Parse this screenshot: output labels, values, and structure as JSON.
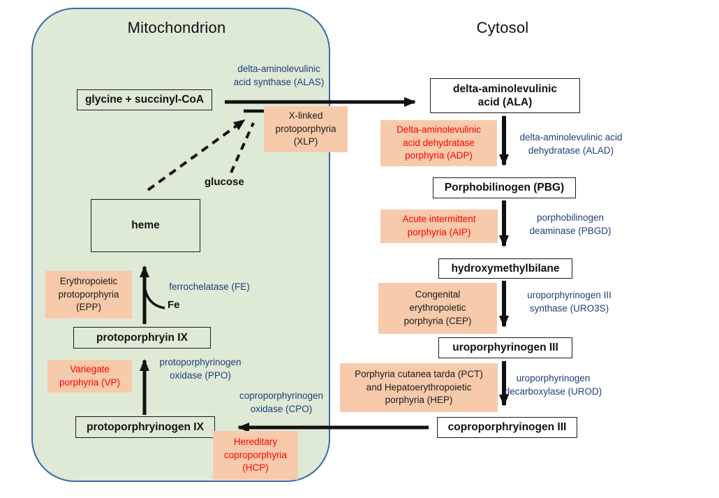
{
  "regions": {
    "mitochondrion": "Mitochondrion",
    "cytosol": "Cytosol"
  },
  "metabolites": {
    "glycine": "glycine + succinyl-CoA",
    "ala": "delta-aminolevulinic\nacid (ALA)",
    "pbg": "Porphobilinogen (PBG)",
    "hmb": "hydroxymethylbilane",
    "uro3": "uroporphyrinogen III",
    "copro3": "coproporphryinogen III",
    "protoporphyrinogen9": "protoporphryinogen IX",
    "protoporphyrin9": "protoporphryin IX",
    "heme": "heme"
  },
  "enzymes": {
    "alas": "delta-aminolevulinic\nacid synthase (ALAS)",
    "alad": "delta-aminolevulinic acid\ndehydratase (ALAD)",
    "pbgd": "porphobilinogen\ndeaminase (PBGD)",
    "uro3s": "uroporphyrinogen III\nsynthase (URO3S)",
    "urod": "uroporphyrinogen\ndecarboxylase (UROD)",
    "cpo": "coproporphyrinogen\noxidase (CPO)",
    "ppo": "protoporphyrinogen\noxidase (PPO)",
    "fe": "ferrochelatase (FE)"
  },
  "diseases": {
    "xlp": "X-linked\nprotoporphyria\n(XLP)",
    "adp": "Delta-aminolevulinic\nacid dehydratase\nporphyria (ADP)",
    "aip": "Acute intermittent\nporphyria (AIP)",
    "cep": "Congenital\nerythropoietic\nporphyria (CEP)",
    "pct_hep": "Porphyria cutanea tarda (PCT)\nand Hepatoerythropoietic\nporphyria (HEP)",
    "hcp": "Hereditary\ncoproporphyria\n(HCP)",
    "vp": "Variegate\nporphyria (VP)",
    "epp": "Erythropoietic\nprotoporphyria\n(EPP)"
  },
  "labels": {
    "glucose": "glucose",
    "fe_cofactor": "Fe"
  },
  "colors": {
    "region_fill": "#DEE9D6",
    "region_border": "#3D68AC",
    "disease_fill": "#F7CAAB",
    "enzyme_text": "#1F3D7A",
    "disease_text_red": "#FF0000",
    "text_black": "#111111"
  }
}
